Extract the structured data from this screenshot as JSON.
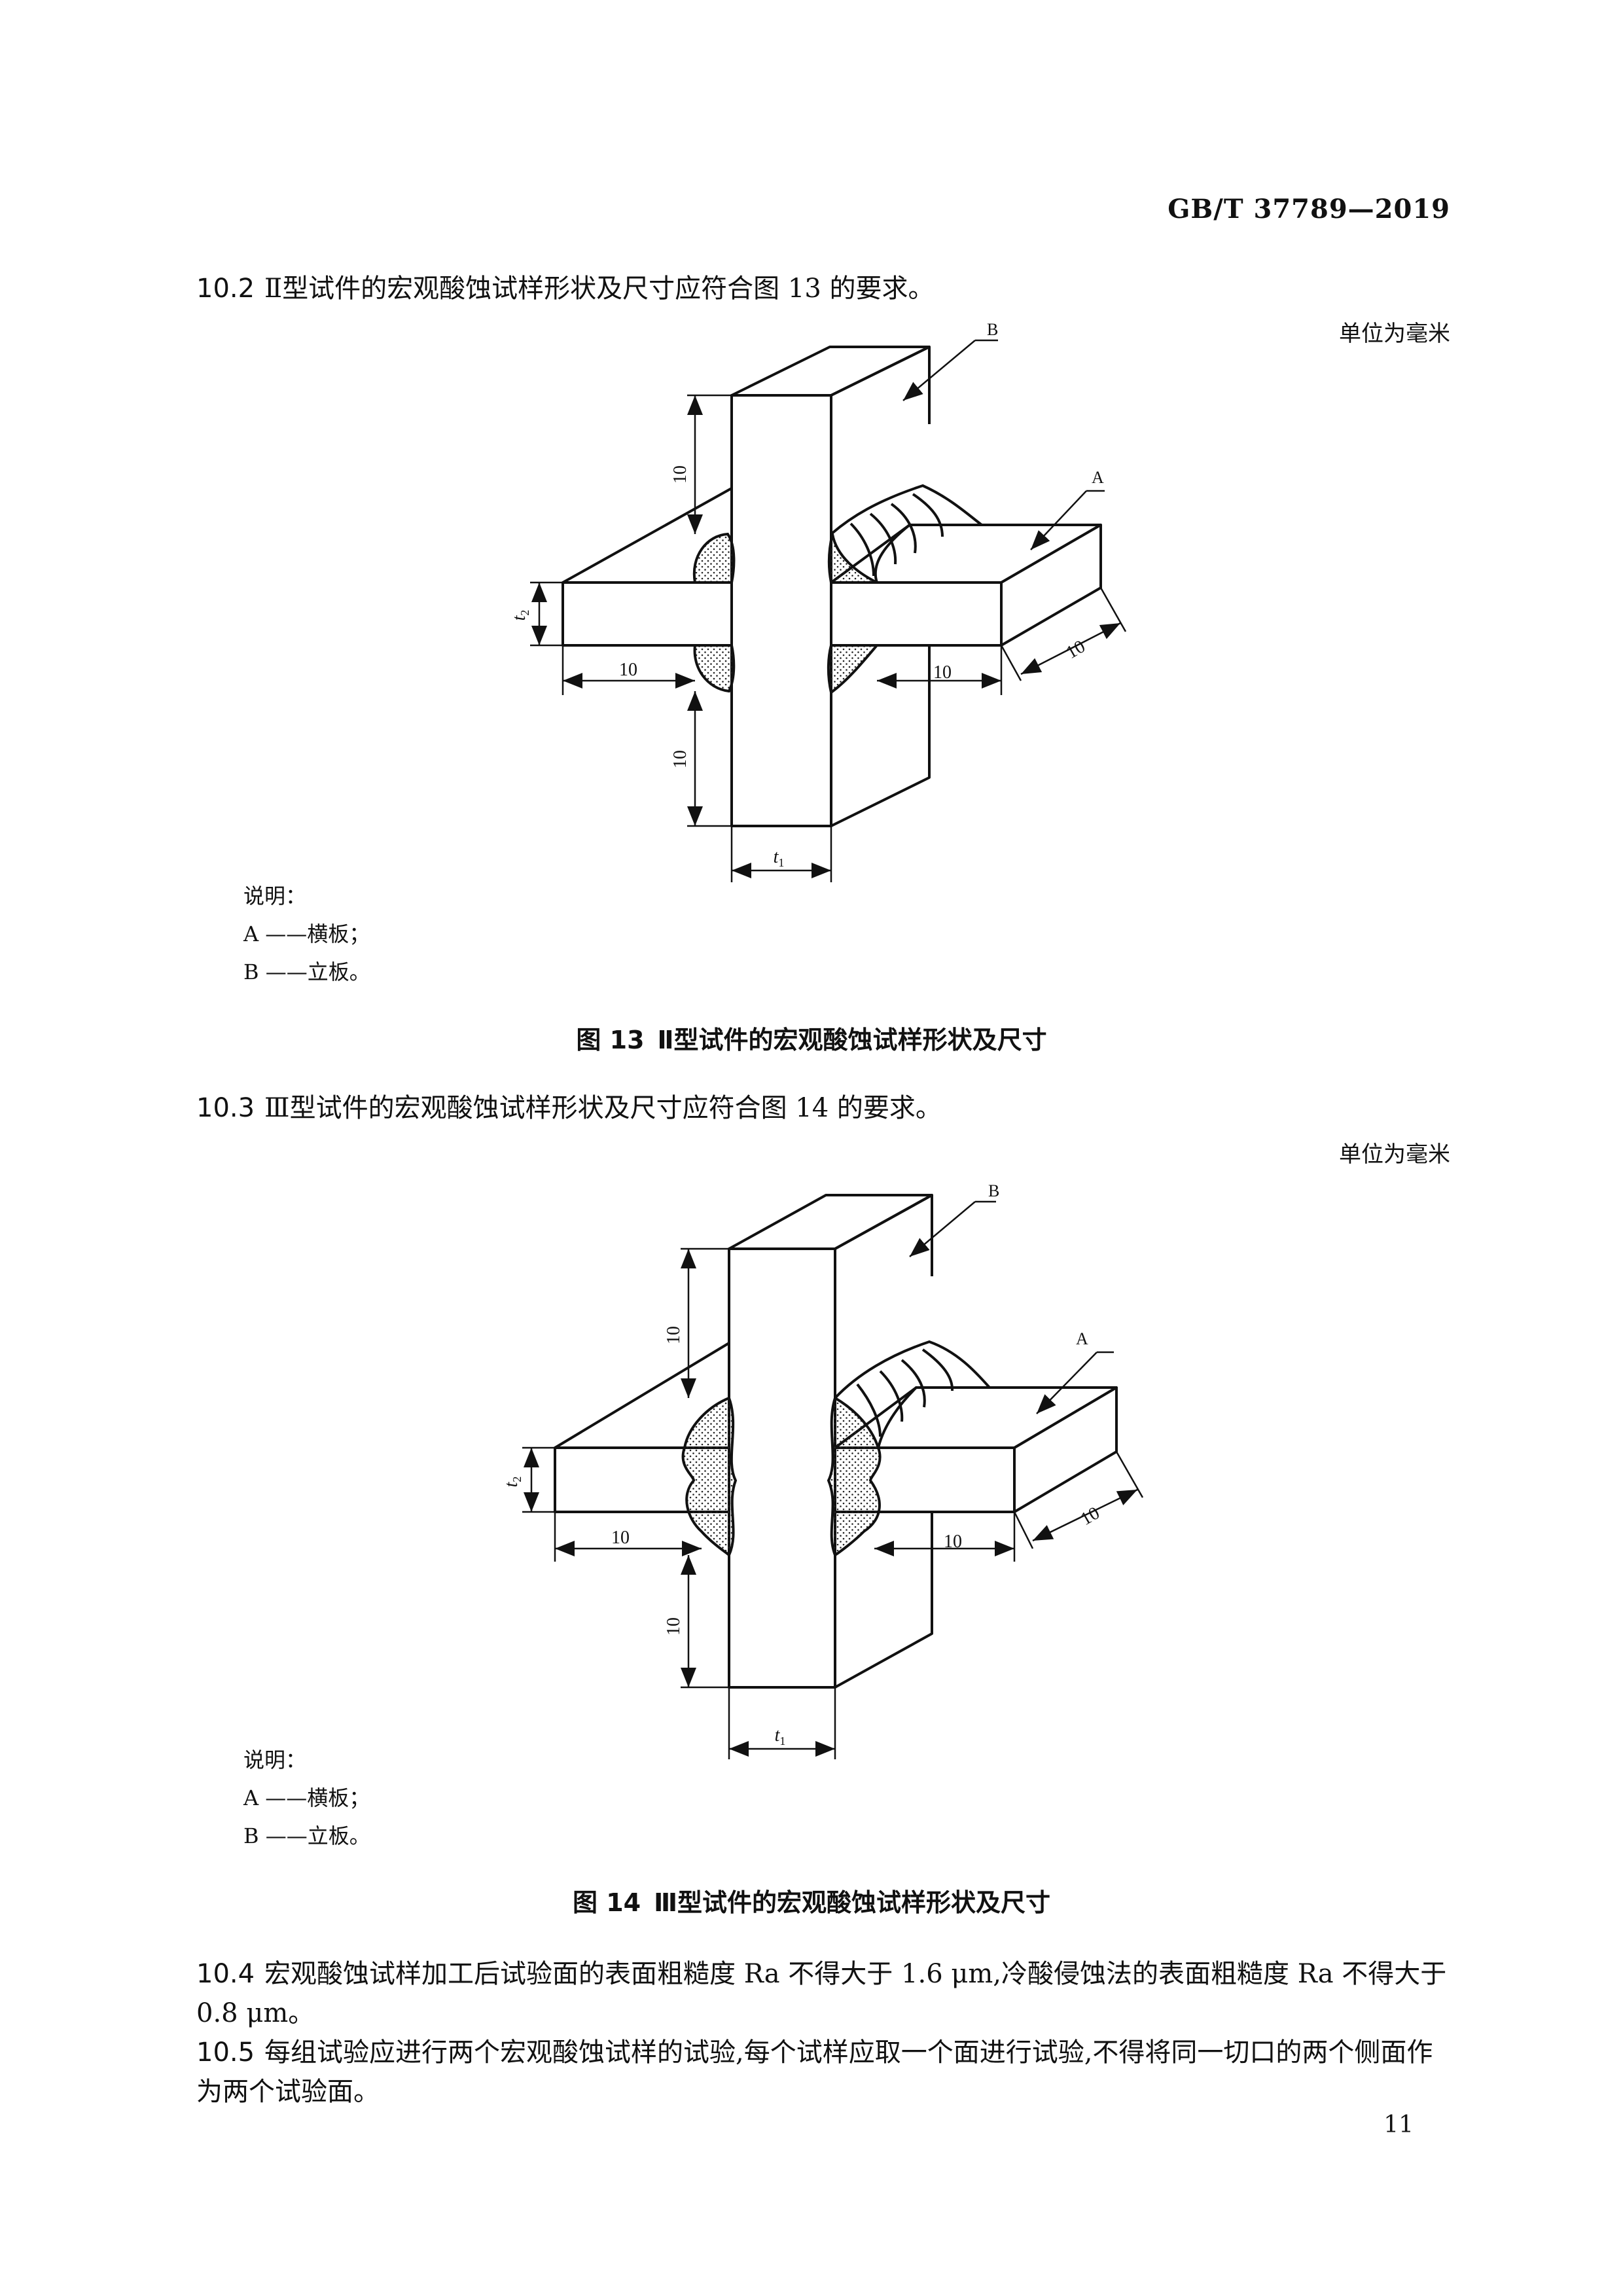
{
  "header": {
    "standard_no": "GB/T 37789—2019"
  },
  "section_10_2": {
    "number": "10.2",
    "text": "Ⅱ型试件的宏观酸蚀试样形状及尺寸应符合图 13 的要求。",
    "unit_note": "单位为毫米"
  },
  "figure13": {
    "dims": {
      "top": "10",
      "bottom": "10",
      "left": "10",
      "right": "10",
      "depth": "10",
      "t1": "t",
      "t1_sub": "1",
      "t2": "t",
      "t2_sub": "2"
    },
    "callouts": {
      "A": "A",
      "B": "B"
    },
    "legend": {
      "title": "说明：",
      "items": [
        "A ——横板；",
        "B ——立板。"
      ]
    },
    "caption": {
      "label": "图 13",
      "title": "Ⅱ型试件的宏观酸蚀试样形状及尺寸"
    }
  },
  "section_10_3": {
    "number": "10.3",
    "text": "Ⅲ型试件的宏观酸蚀试样形状及尺寸应符合图 14 的要求。",
    "unit_note": "单位为毫米"
  },
  "figure14": {
    "dims": {
      "top": "10",
      "bottom": "10",
      "left": "10",
      "right": "10",
      "depth": "10",
      "t1": "t",
      "t1_sub": "1",
      "t2": "t",
      "t2_sub": "2"
    },
    "callouts": {
      "A": "A",
      "B": "B"
    },
    "legend": {
      "title": "说明：",
      "items": [
        "A ——横板；",
        "B ——立板。"
      ]
    },
    "caption": {
      "label": "图 14",
      "title": "Ⅲ型试件的宏观酸蚀试样形状及尺寸"
    }
  },
  "section_10_4": {
    "number": "10.4",
    "text": "宏观酸蚀试样加工后试验面的表面粗糙度 Ra 不得大于 1.6 μm,冷酸侵蚀法的表面粗糙度 Ra 不得大于 0.8 μm。"
  },
  "section_10_5": {
    "number": "10.5",
    "text": "每组试验应进行两个宏观酸蚀试样的试验,每个试样应取一个面进行试验,不得将同一切口的两个侧面作为两个试验面。"
  },
  "page_number": "11"
}
